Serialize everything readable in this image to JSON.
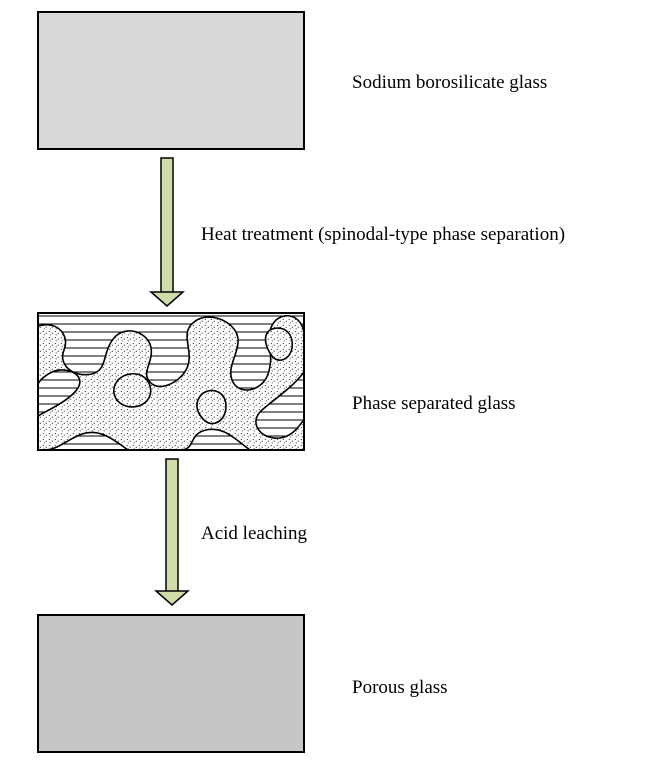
{
  "stages": [
    {
      "label": "Sodium borosilicate glass"
    },
    {
      "label": "Phase separated glass"
    },
    {
      "label": "Porous glass"
    }
  ],
  "steps": [
    {
      "label": "Heat treatment (spinodal-type phase separation)"
    },
    {
      "label": "Acid leaching"
    }
  ],
  "colors": {
    "glass_fill": "#d8d8d8",
    "pore_fill": "#c6c6c6",
    "arrow_fill": "#cfdca8",
    "outline": "#000000"
  }
}
